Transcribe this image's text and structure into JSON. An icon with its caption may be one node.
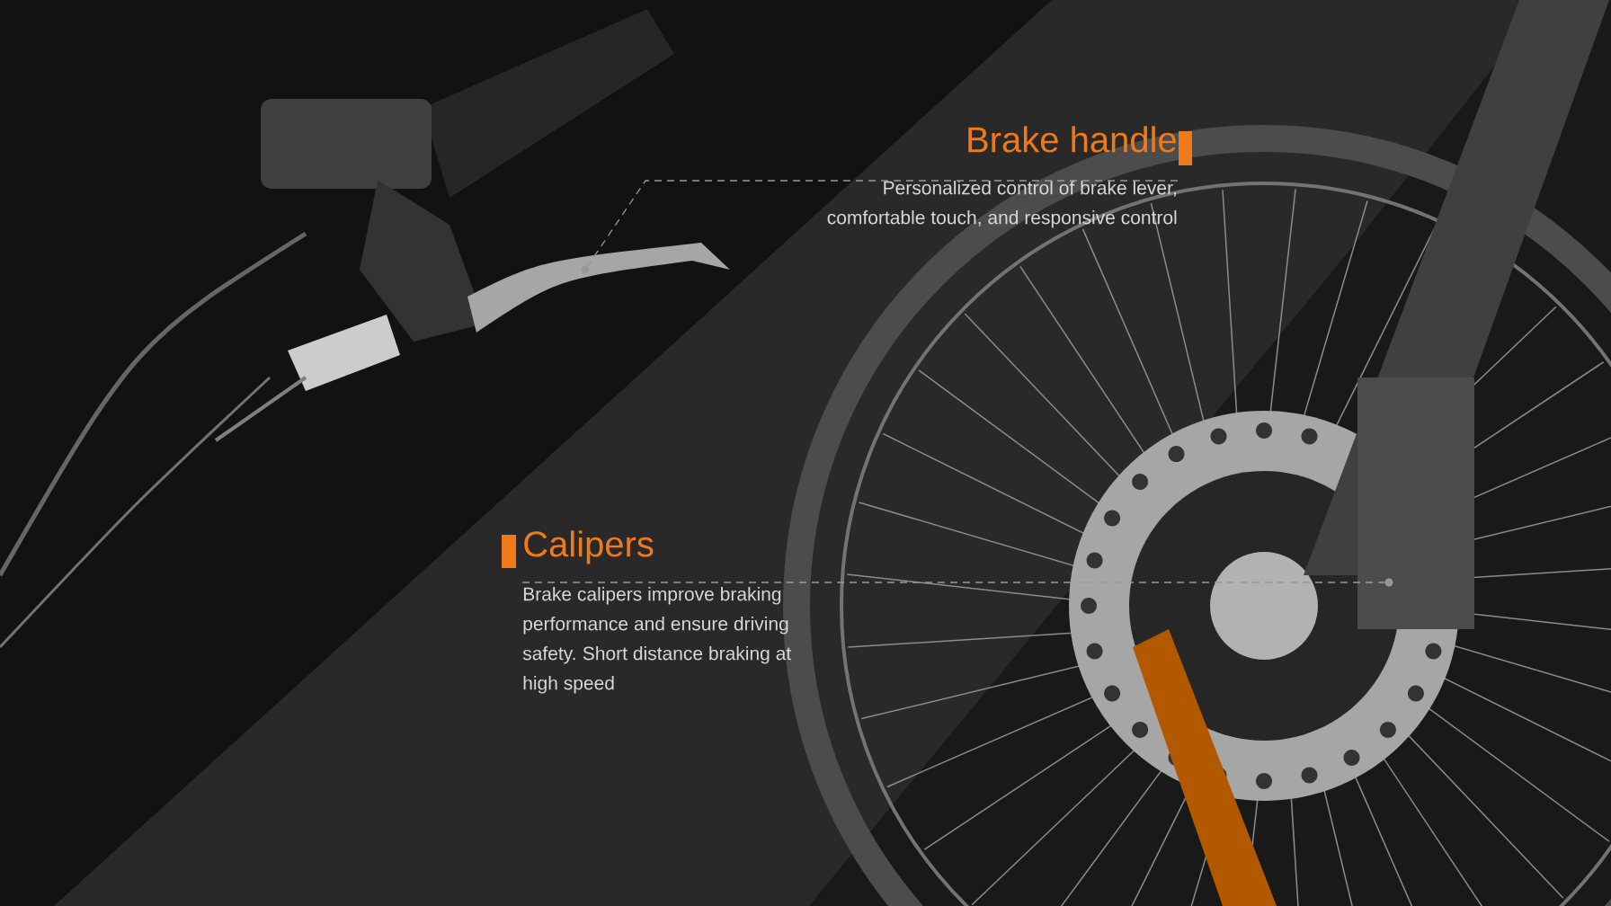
{
  "diagram": {
    "nodes": [
      {
        "text": [
          "Brake handle",
          "Personalized control of brake lever, comfortable touch, and responsive control"
        ]
      },
      {
        "text": [],
        "shape": "picture"
      },
      {
        "text": [
          "Calipers",
          "Brake calipers improve braking performance and ensure driving safety. Short distance braking at high speed"
        ]
      },
      {
        "text": [],
        "shape": "picture"
      }
    ],
    "edges": [
      {
        "from": 0,
        "to": 1,
        "arrow": "none",
        "style": "dashed"
      },
      {
        "from": 2,
        "to": 3,
        "arrow": "none",
        "style": "dashed"
      }
    ]
  }
}
